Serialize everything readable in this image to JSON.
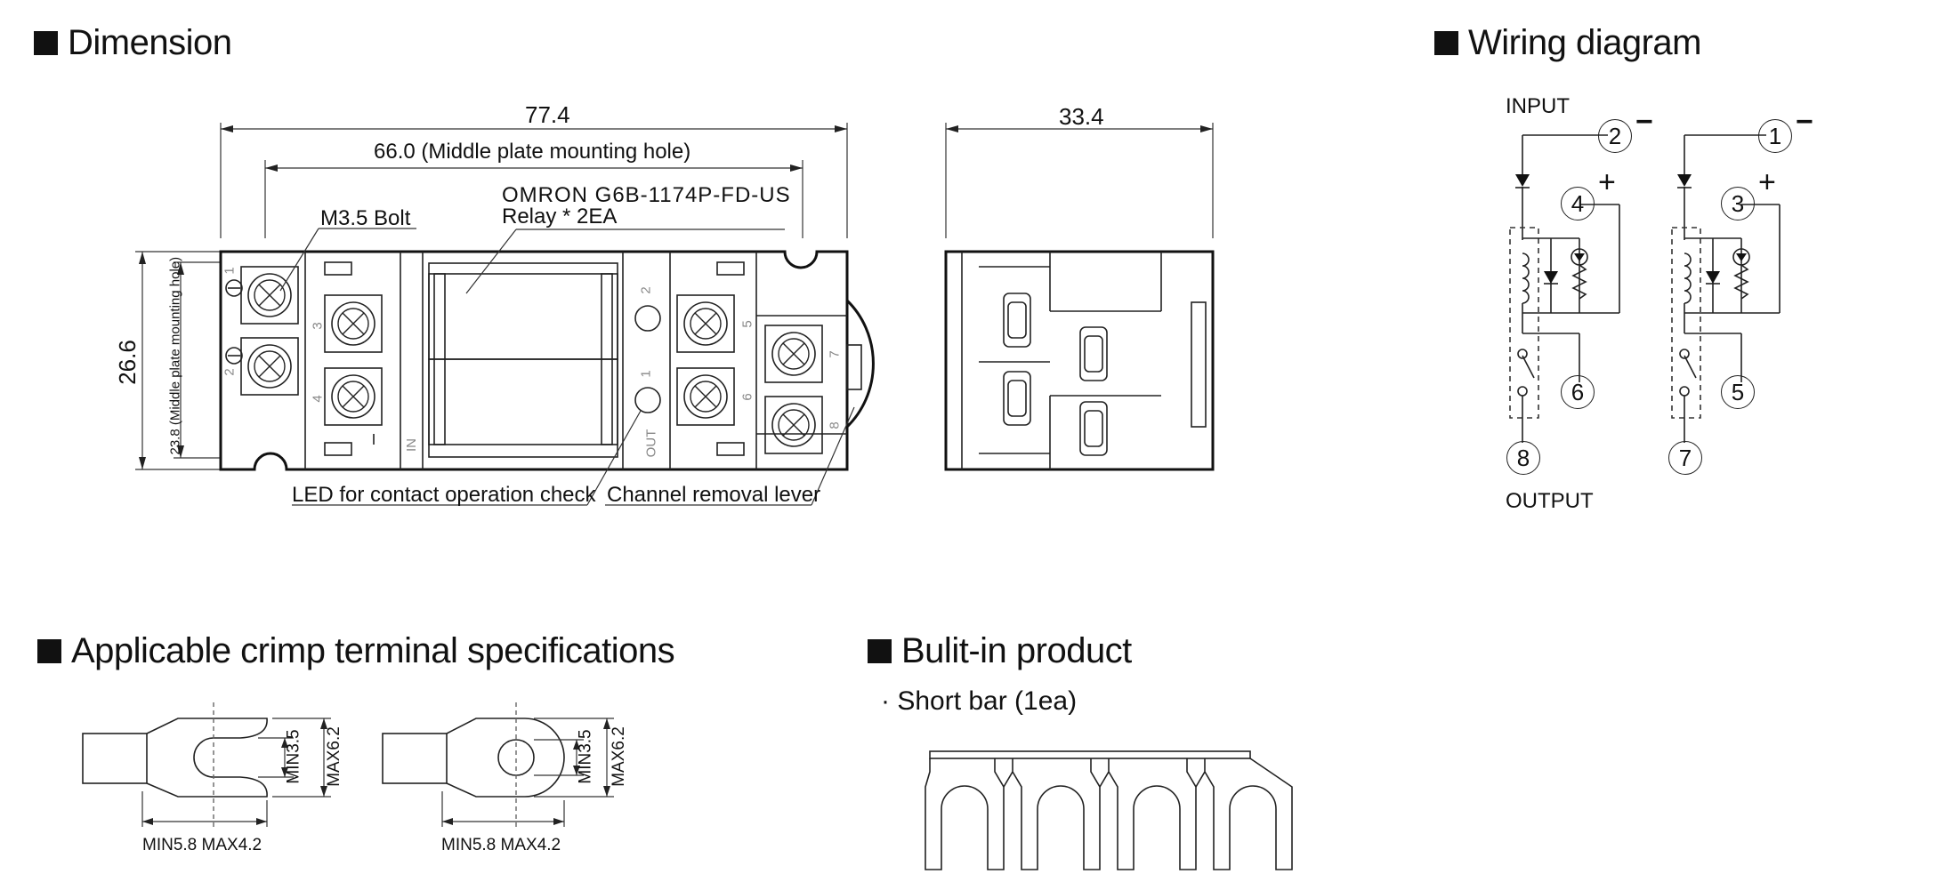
{
  "sections": {
    "dimension_title": "Dimension",
    "wiring_title": "Wiring diagram",
    "crimp_title": "Applicable crimp terminal specifications",
    "builtin_title": "Bulit-in product"
  },
  "dimension": {
    "overall_width": "77.4",
    "hole_spacing": "66.0 (Middle plate mounting hole)",
    "side_width": "33.4",
    "height": "26.6",
    "hole_height": "23.8 (Middle plate mounting hole)",
    "relay_model": "OMRON G6B-1174P-FD-US",
    "relay_qty": "Relay * 2EA",
    "bolt_label": "M3.5 Bolt",
    "led_label": "LED for contact operation check",
    "lever_label": "Channel removal lever",
    "terminal_marks": [
      "1",
      "2",
      "3",
      "4",
      "5",
      "6",
      "7",
      "8"
    ],
    "in_mark": "IN",
    "out_mark": "OUT",
    "led_marks": [
      "2",
      "1"
    ]
  },
  "wiring": {
    "input_label": "INPUT",
    "output_label": "OUTPUT",
    "left_circuit": {
      "top": "2",
      "plus": "4",
      "nc": "6",
      "bottom": "8"
    },
    "right_circuit": {
      "top": "1",
      "plus": "3",
      "nc": "5",
      "bottom": "7"
    },
    "minus_sign": "−",
    "plus_sign": "+"
  },
  "crimp": {
    "min_hole": "MIN3.5",
    "max_width": "MAX6.2",
    "bottom_label": "MIN5.8 MAX4.2"
  },
  "builtin": {
    "item": "· Short bar (1ea)"
  }
}
